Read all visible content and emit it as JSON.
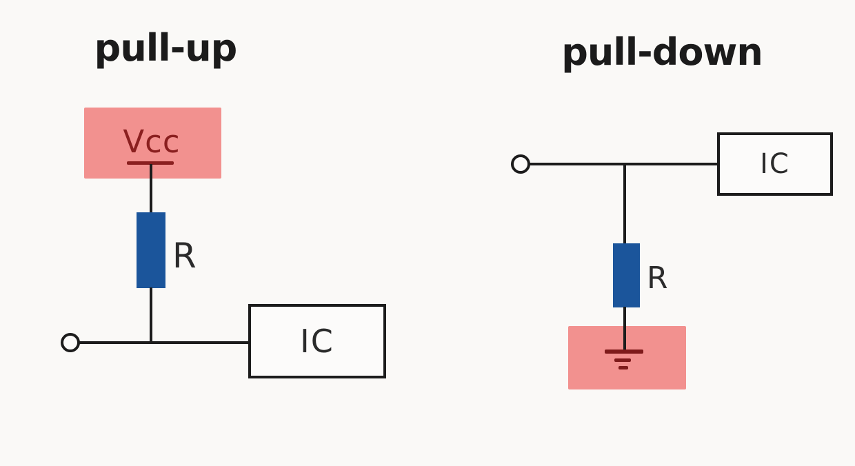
{
  "left_circuit": {
    "title": "pull-up",
    "supply_label": "Vcc",
    "resistor_label": "R",
    "ic_label": "IC"
  },
  "right_circuit": {
    "title": "pull-down",
    "resistor_label": "R",
    "ic_label": "IC"
  },
  "colors": {
    "highlight-pink": "#F2918F",
    "dark-red": "#8A1F1F",
    "ground-red": "#7E1A1A",
    "resistor-blue": "#1B559B",
    "wire-black": "#1C1C1C",
    "label-gray": "#2B2B2B",
    "background": "#FAF9F7"
  }
}
